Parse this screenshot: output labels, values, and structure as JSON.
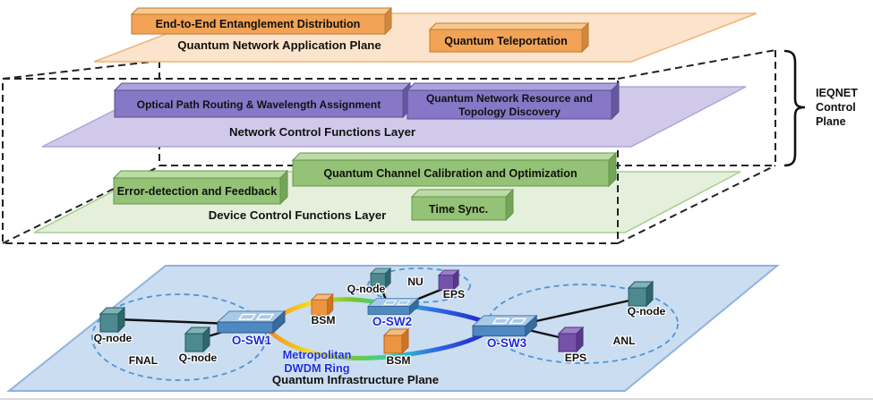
{
  "app_plane": {
    "label": "Quantum Network Application Plane",
    "box_entanglement": "End-to-End Entanglement Distribution",
    "box_teleportation": "Quantum Teleportation"
  },
  "network_layer": {
    "label": "Network Control Functions Layer",
    "box_routing": "Optical Path Routing & Wavelength Assignment",
    "box_resource_line1": "Quantum Network Resource and",
    "box_resource_line2": "Topology Discovery"
  },
  "device_layer": {
    "label": "Device Control Functions Layer",
    "box_error": "Error-detection and Feedback",
    "box_calibration": "Quantum Channel Calibration and Optimization",
    "box_timesync": "Time Sync."
  },
  "ieqnet": {
    "line1": "IEQNET",
    "line2": "Control",
    "line3": "Plane"
  },
  "infrastructure": {
    "label": "Quantum Infrastructure Plane",
    "ring_line1": "Metropolitan",
    "ring_line2": "DWDM Ring",
    "site_fnal": "FNAL",
    "site_anl": "ANL",
    "site_nu": "NU",
    "switch1": "O-SW1",
    "switch2": "O-SW2",
    "switch3": "O-SW3",
    "qnode_label": "Q-node",
    "bsm_label": "BSM",
    "eps_label": "EPS"
  },
  "colors": {
    "app_plane": "#FBE4CB",
    "app_box": "#F2A355",
    "network_plane": "#D0C9E9",
    "network_box": "#8678C6",
    "device_plane": "#E5F0DC",
    "device_box": "#94C276",
    "infra_plane": "#CBDDF0",
    "switch_label": "#1B2BD9",
    "ring_label": "#1B2BE0",
    "ring_gradient": [
      "#F5821E",
      "#F4DC20",
      "#6FC930",
      "#2ED0C3",
      "#2E64E8",
      "#2026C0"
    ]
  }
}
